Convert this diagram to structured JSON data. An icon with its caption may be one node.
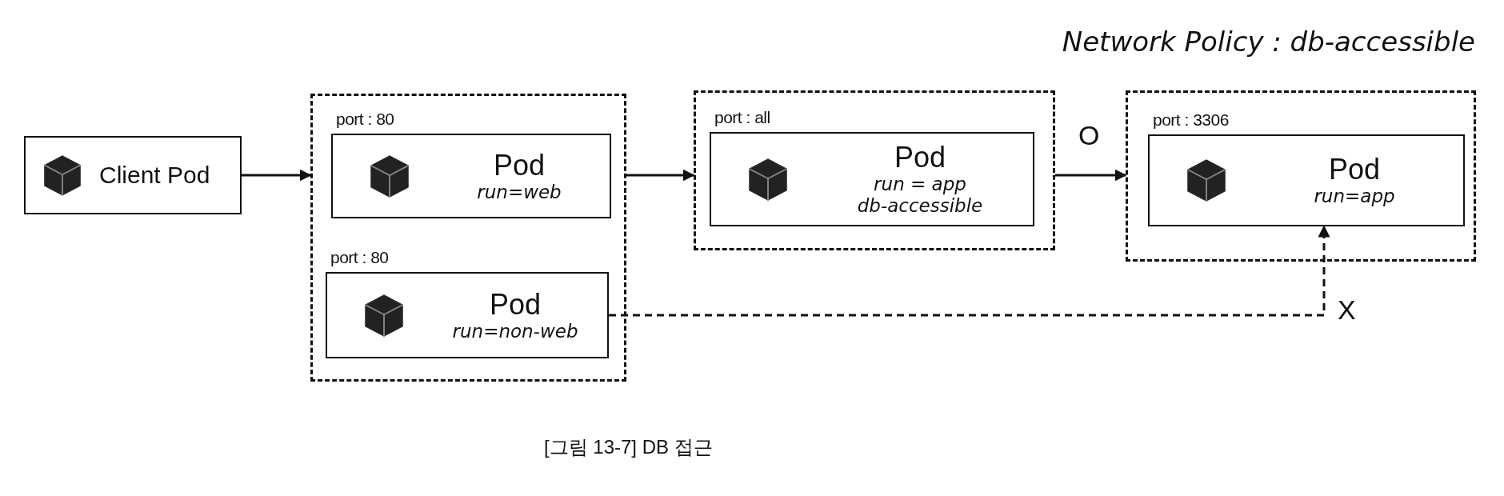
{
  "diagram": {
    "title": "Network Policy : db-accessible",
    "caption": "[그림 13-7] DB 접근",
    "nodes": [
      {
        "text": [
          "Client Pod"
        ]
      },
      {
        "text": [],
        "shape": "box"
      },
      {
        "text": [
          "Pod",
          "run=web"
        ],
        "in": 1,
        "beside": [
          "port : 80"
        ]
      },
      {
        "text": [
          "Pod",
          "run=non-web"
        ],
        "in": 1,
        "beside": [
          "port : 80"
        ]
      },
      {
        "text": [],
        "shape": "box"
      },
      {
        "text": [
          "Pod",
          "run = app",
          "db-accessible"
        ],
        "in": 4,
        "beside": [
          "port : all"
        ]
      },
      {
        "text": [],
        "shape": "box"
      },
      {
        "text": [
          "Pod",
          "run=app"
        ],
        "in": 6,
        "beside": [
          "port : 3306"
        ]
      }
    ],
    "edges": [
      {
        "from": 0,
        "to": 1,
        "arrow": "to"
      },
      {
        "from": 1,
        "to": 4,
        "arrow": "to"
      },
      {
        "from": 4,
        "to": 6,
        "arrow": "to",
        "label": "O"
      },
      {
        "from": 3,
        "to": 7,
        "arrow": "to",
        "label": "X",
        "style": "dashed"
      }
    ]
  }
}
